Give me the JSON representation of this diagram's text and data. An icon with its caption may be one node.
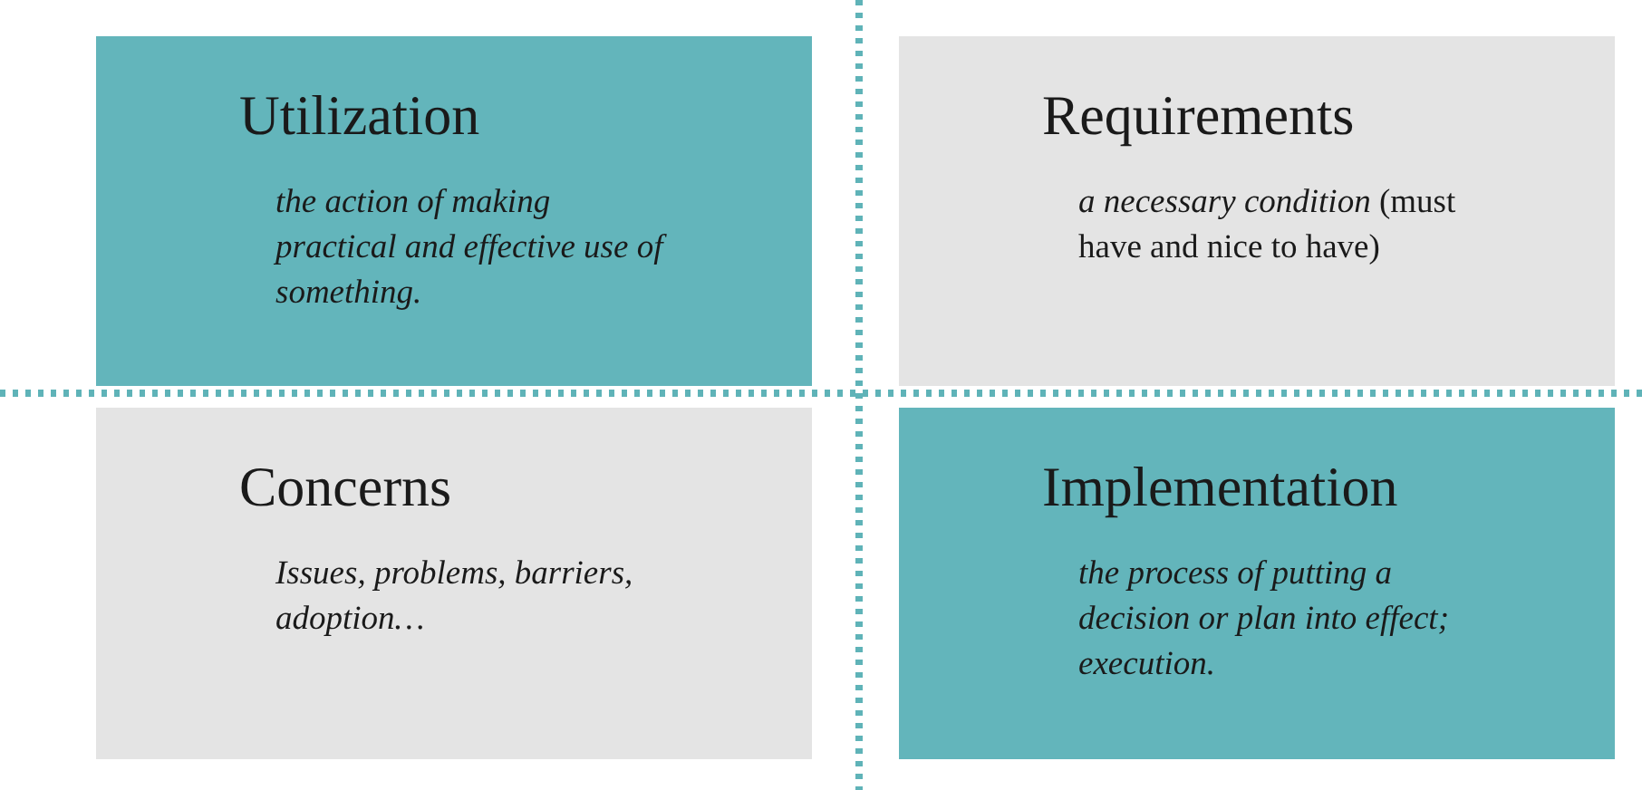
{
  "diagram": {
    "nodes": [
      {
        "text": [
          "Utilization",
          "the action of making practical and effective use of something."
        ]
      },
      {
        "text": [
          "Requirements",
          "*a necessary condition* (must have and nice to have)"
        ]
      },
      {
        "text": [
          "Concerns",
          "Issues, problems, barriers, adoption…"
        ]
      },
      {
        "text": [
          "Implementation",
          "the process of putting a decision or plan into effect; execution."
        ]
      }
    ]
  }
}
